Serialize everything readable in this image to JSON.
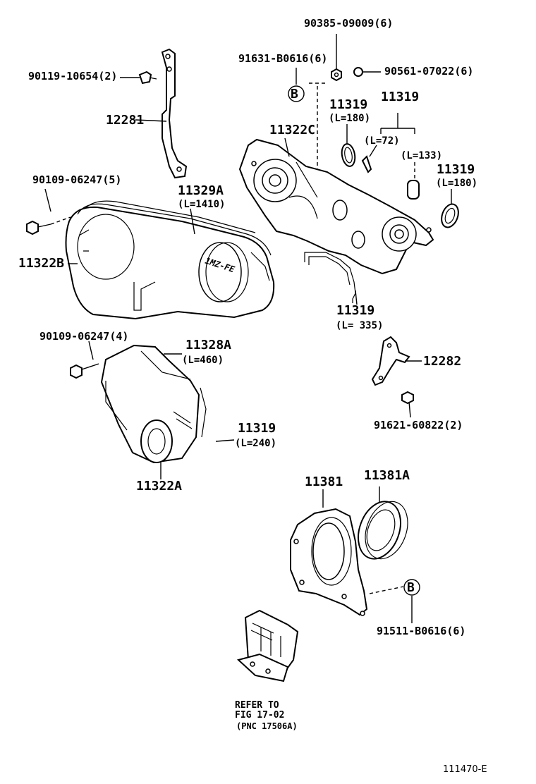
{
  "labels": {
    "p90385": "90385-09009(6)",
    "p91631": "91631-B0616(6)",
    "p90561": "90561-07022(6)",
    "p90119": "90119-10654(2)",
    "p12281": "12281",
    "p11319_a": "11319",
    "p11319_a_len": "(L=180)",
    "p11319_b": "11319",
    "p11319_b_len72": "(L=72)",
    "p11319_b_len133": "(L=133)",
    "p11322C": "11322C",
    "p11319_c": "11319",
    "p11319_c_len": "(L=180)",
    "p90109_5": "90109-06247(5)",
    "p11329A": "11329A",
    "p11329A_len": "(L=1410)",
    "p11322B": "11322B",
    "p11319_d": "11319",
    "p11319_d_len": "(L= 335)",
    "p90109_4": "90109-06247(4)",
    "p11328A": "11328A",
    "p11328A_len": "(L=460)",
    "p12282": "12282",
    "p91621": "91621-60822(2)",
    "p11319_e": "11319",
    "p11319_e_len": "(L=240)",
    "p11322A": "11322A",
    "p11381": "11381",
    "p11381A": "11381A",
    "p91511": "91511-B0616(6)",
    "callout_b1": "B",
    "callout_b2": "B",
    "refer_line1": "REFER TO",
    "refer_line2": "FIG 17-02",
    "refer_line3": "(PNC 17506A)",
    "cover_logo": "1MZ-FE",
    "figure_id": "111470-E"
  }
}
